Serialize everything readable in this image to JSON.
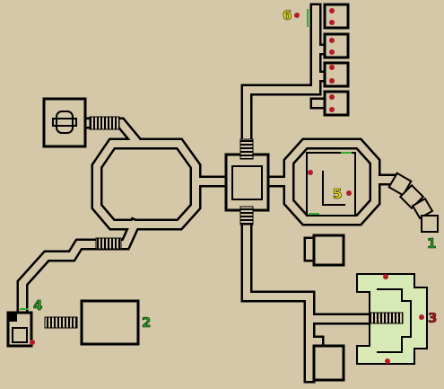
{
  "map": {
    "colors": {
      "background": "#d5c8a9",
      "floor": "#d5c8a9",
      "wall": "#000000",
      "highlight_room": "#d7e9b4",
      "door_green": "#33aa33",
      "marker_red": "#b31b2a",
      "label_green": "#22aa22",
      "label_red": "#cc1122",
      "label_yellow": "#f2e300"
    },
    "labels": [
      {
        "id": "1",
        "text": "1",
        "color": "label_green"
      },
      {
        "id": "2",
        "text": "2",
        "color": "label_green"
      },
      {
        "id": "3",
        "text": "3",
        "color": "label_red"
      },
      {
        "id": "4",
        "text": "4",
        "color": "label_green"
      },
      {
        "id": "5",
        "text": "5",
        "color": "label_yellow"
      },
      {
        "id": "6",
        "text": "6",
        "color": "label_yellow"
      }
    ]
  }
}
